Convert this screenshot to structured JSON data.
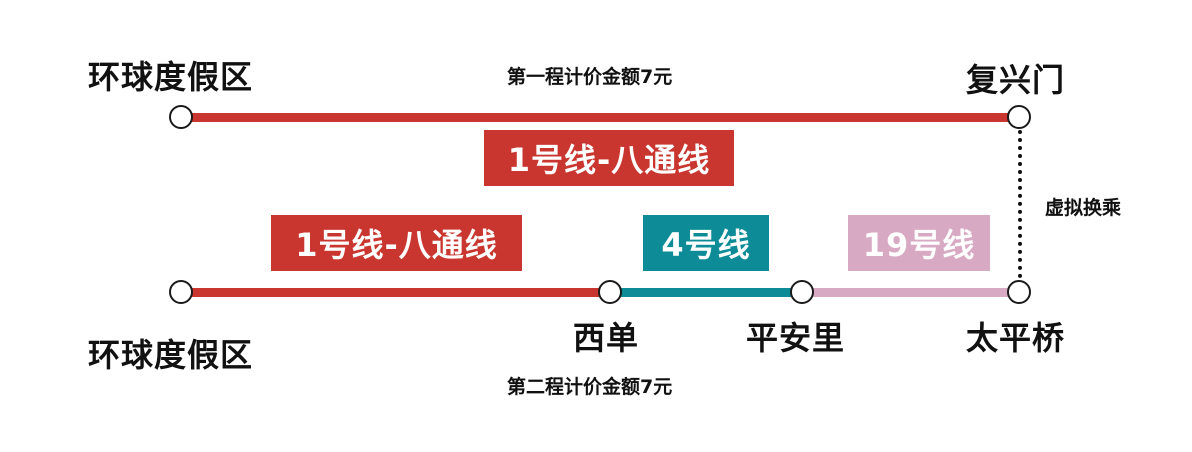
{
  "colors": {
    "line1": "#c9362f",
    "line4": "#0d8c98",
    "line19": "#d7a9c3"
  },
  "route_one": {
    "start_station": "环球度假区",
    "end_station": "复兴门",
    "fare_note": "第一程计价金额7元",
    "line_label": "1号线-八通线",
    "transfer_note": "虚拟换乘"
  },
  "route_two": {
    "start_station": "环球度假区",
    "stations": [
      "西单",
      "平安里",
      "太平桥"
    ],
    "fare_note": "第二程计价金额7元",
    "line_labels": [
      "1号线-八通线",
      "4号线",
      "19号线"
    ]
  }
}
